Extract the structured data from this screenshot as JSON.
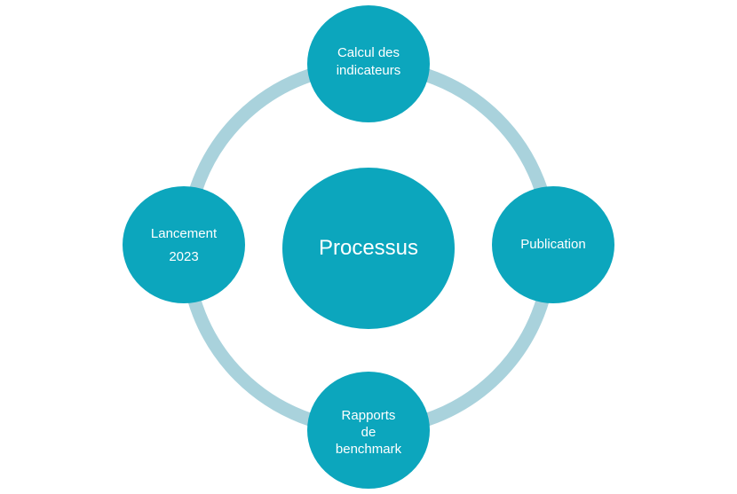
{
  "diagram": {
    "center": {
      "label": "Processus"
    },
    "nodes": {
      "top": {
        "line1": "Calcul des",
        "line2": "indicateurs"
      },
      "right": {
        "line1": "Publication"
      },
      "bottom": {
        "line1": "Rapports",
        "line2": "de",
        "line3": "benchmark"
      },
      "left": {
        "line1": "Lancement",
        "line2": "2023"
      }
    }
  },
  "colors": {
    "node_fill": "#0ca6bd",
    "ring_stroke": "#a9d2dc",
    "text": "#ffffff",
    "background": "#ffffff"
  }
}
